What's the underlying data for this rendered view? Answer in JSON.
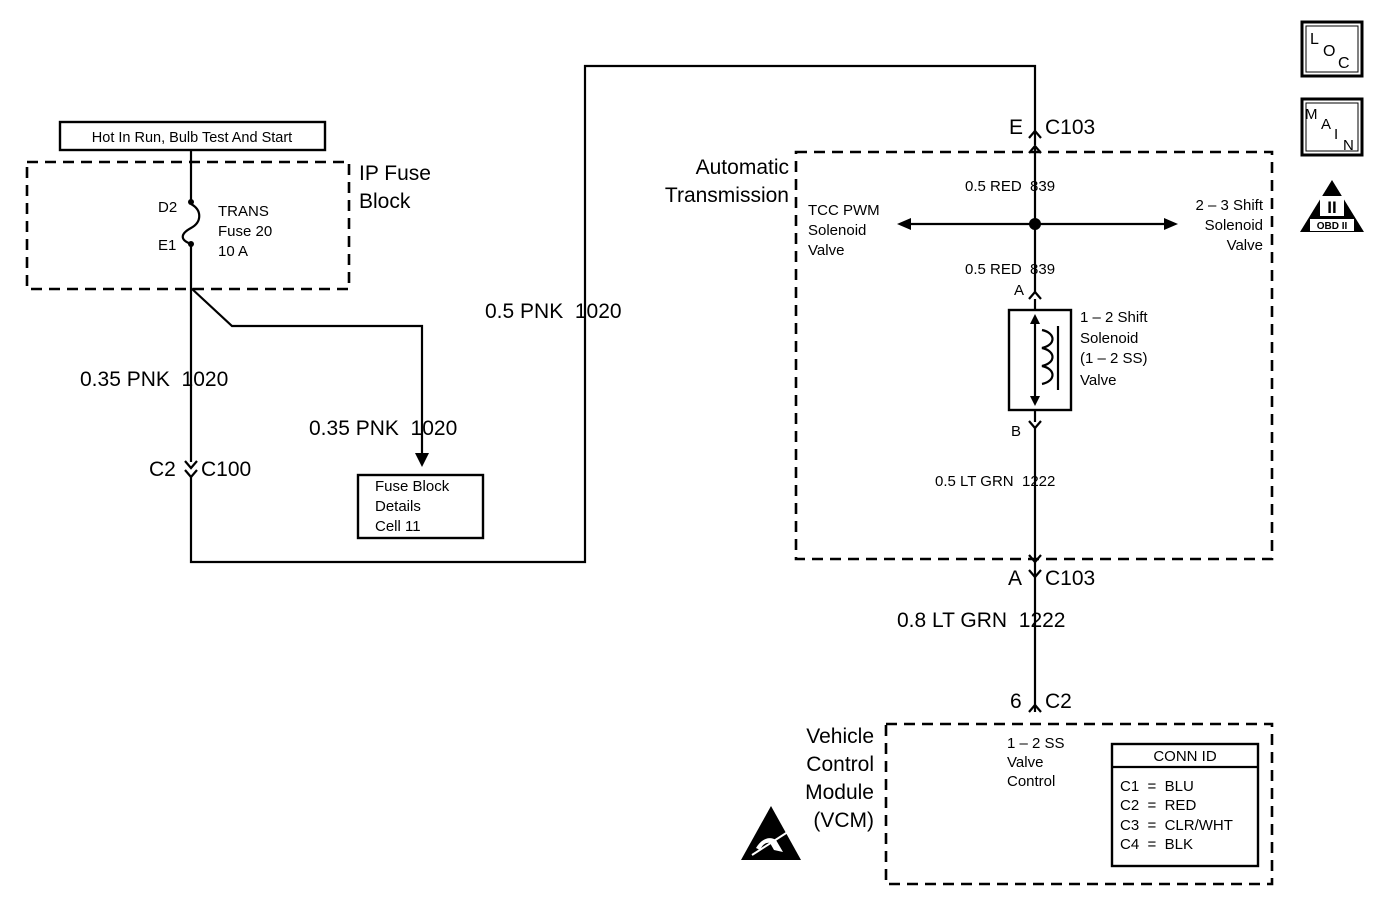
{
  "top_label": "Hot In Run, Bulb Test And Start",
  "ip_fuse_block": {
    "title_line1": "IP Fuse",
    "title_line2": "Block",
    "pin_top": "D2",
    "pin_bottom": "E1",
    "fuse_line1": "TRANS",
    "fuse_line2": "Fuse 20",
    "fuse_line3": "10 A"
  },
  "wires": {
    "left_vertical": "0.35 PNK  1020",
    "branch": "0.35 PNK  1020",
    "top_run": "0.5 PNK  1020",
    "red_upper": "0.5 RED  839",
    "red_lower": "0.5 RED  839",
    "lt_grn_inner": "0.5 LT GRN  1222",
    "lt_grn_outer": "0.8 LT GRN  1222"
  },
  "connectors": {
    "c100_pin": "C2",
    "c100_name": "C100",
    "c103_top_pin": "E",
    "c103_top_name": "C103",
    "c103_bottom_pin": "A",
    "c103_bottom_name": "C103",
    "c2_pin": "6",
    "c2_name": "C2",
    "solenoid_pin_a": "A",
    "solenoid_pin_b": "B"
  },
  "fuse_block_details": {
    "line1": "Fuse Block",
    "line2": "Details",
    "line3": "Cell 11"
  },
  "automatic_transmission": {
    "line1": "Automatic",
    "line2": "Transmission"
  },
  "tcc_pwm": {
    "line1": "TCC PWM",
    "line2": "Solenoid",
    "line3": "Valve"
  },
  "shift_23": {
    "line1": "2 – 3 Shift",
    "line2": "Solenoid",
    "line3": "Valve"
  },
  "shift_12": {
    "line1": "1 – 2 Shift",
    "line2": "Solenoid",
    "line3": "(1 – 2 SS)",
    "line4": "Valve"
  },
  "vcm": {
    "line1": "Vehicle",
    "line2": "Control",
    "line3": "Module",
    "line4": "(VCM)",
    "signal_line1": "1 – 2 SS",
    "signal_line2": "Valve",
    "signal_line3": "Control"
  },
  "conn_id": {
    "header": "CONN ID",
    "rows": [
      "C1  =  BLU",
      "C2  =  RED",
      "C3  =  CLR/WHT",
      "C4  =  BLK"
    ]
  },
  "icons": {
    "loc": {
      "l": "L",
      "o": "O",
      "c": "C"
    },
    "main": {
      "m": "M",
      "a": "A",
      "i": "I",
      "n": "N"
    },
    "obd": {
      "numeral": "II",
      "label": "OBD II"
    }
  }
}
